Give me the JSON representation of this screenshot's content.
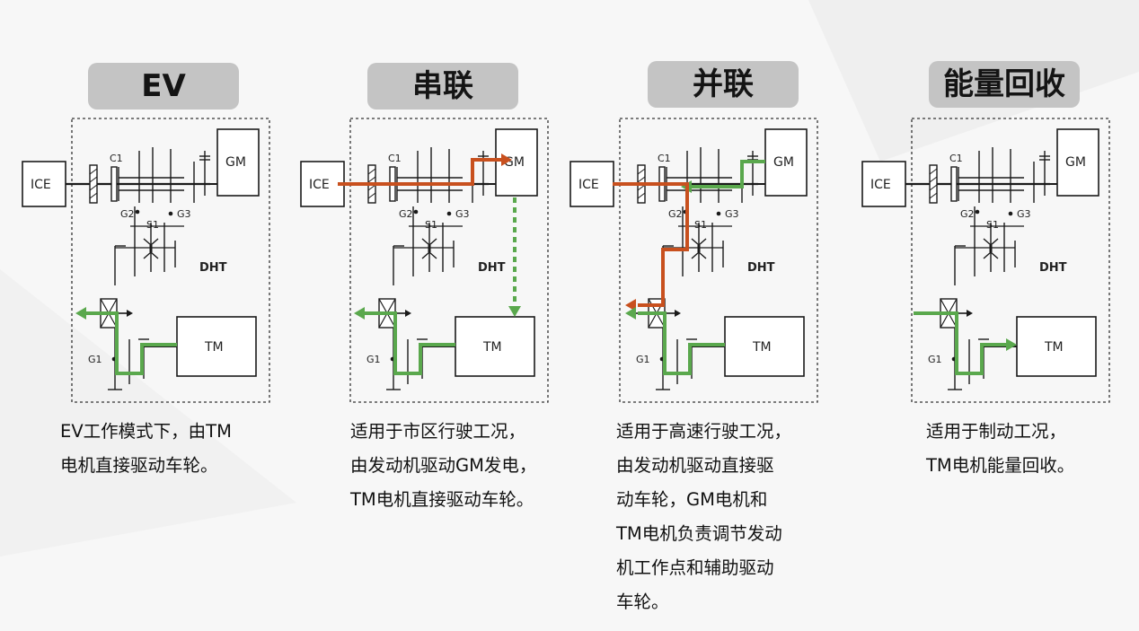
{
  "panels": [
    {
      "id": "ev",
      "title": "EV",
      "caption": [
        "EV工作模式下，由TM",
        "电机直接驱动车轮。"
      ]
    },
    {
      "id": "series",
      "title": "串联",
      "caption": [
        "适用于市区行驶工况，",
        "由发动机驱动GM发电，",
        "TM电机直接驱动车轮。"
      ]
    },
    {
      "id": "parallel",
      "title": "并联",
      "caption": [
        "适用于高速行驶工况，",
        "由发动机驱动直接驱",
        "动车轮，GM电机和",
        "TM电机负责调节发动",
        "机工作点和辅助驱动",
        "车轮。"
      ]
    },
    {
      "id": "regen",
      "title": "能量回收",
      "caption": [
        "适用于制动工况，",
        "TM电机能量回收。"
      ]
    }
  ],
  "labels": {
    "ice": "ICE",
    "gm": "GM",
    "tm": "TM",
    "dht": "DHT",
    "c1": "C1",
    "g2": "G2",
    "s1": "S1",
    "g3": "G3",
    "g1": "G1"
  },
  "colors": {
    "green": "#5aa84d",
    "orange": "#c8501e",
    "title_bg": "#c4c4c4",
    "line": "#1a1a1a"
  }
}
